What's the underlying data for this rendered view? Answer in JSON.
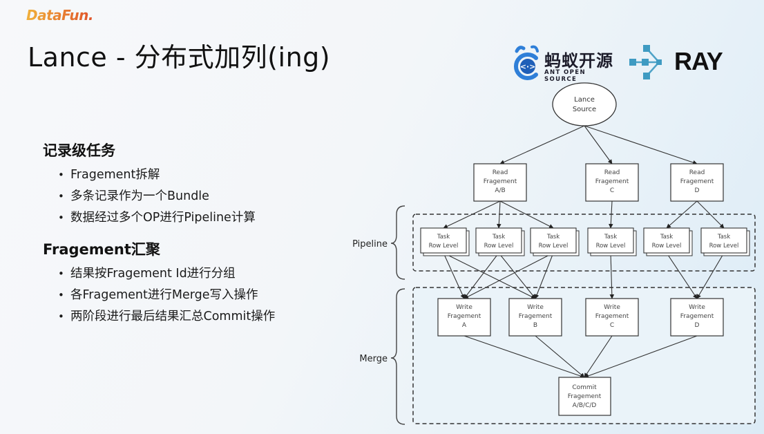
{
  "header": {
    "brand_logo": "DataFun.",
    "title": "Lance - 分布式加列(ing)"
  },
  "logos": {
    "ant": {
      "cn": "蚂蚁开源",
      "en": "ANT OPEN SOURCE"
    },
    "ray": {
      "text": "RAY"
    }
  },
  "sections": [
    {
      "heading": "记录级任务",
      "bullets": [
        "Fragement拆解",
        "多条记录作为一个Bundle",
        "数据经过多个OP进行Pipeline计算"
      ]
    },
    {
      "heading": "Fragement汇聚",
      "bullets": [
        "结果按Fragement Id进行分组",
        "各Fragement进行Merge写入操作",
        "两阶段进行最后结果汇总Commit操作"
      ]
    }
  ],
  "diagram": {
    "source": {
      "line1": "Lance",
      "line2": "Source"
    },
    "reads": [
      {
        "l1": "Read",
        "l2": "Fragement",
        "l3": "A/B"
      },
      {
        "l1": "Read",
        "l2": "Fragement",
        "l3": "C"
      },
      {
        "l1": "Read",
        "l2": "Fragement",
        "l3": "D"
      }
    ],
    "task": {
      "l1": "Task",
      "l2": "Row Level",
      "count": 6
    },
    "writes": [
      {
        "l1": "Write",
        "l2": "Fragement",
        "l3": "A"
      },
      {
        "l1": "Write",
        "l2": "Fragement",
        "l3": "B"
      },
      {
        "l1": "Write",
        "l2": "Fragement",
        "l3": "C"
      },
      {
        "l1": "Write",
        "l2": "Fragement",
        "l3": "D"
      }
    ],
    "commit": {
      "l1": "Commit",
      "l2": "Fragement",
      "l3": "A/B/C/D"
    },
    "groups": {
      "pipeline": "Pipeline",
      "merge": "Merge"
    }
  }
}
